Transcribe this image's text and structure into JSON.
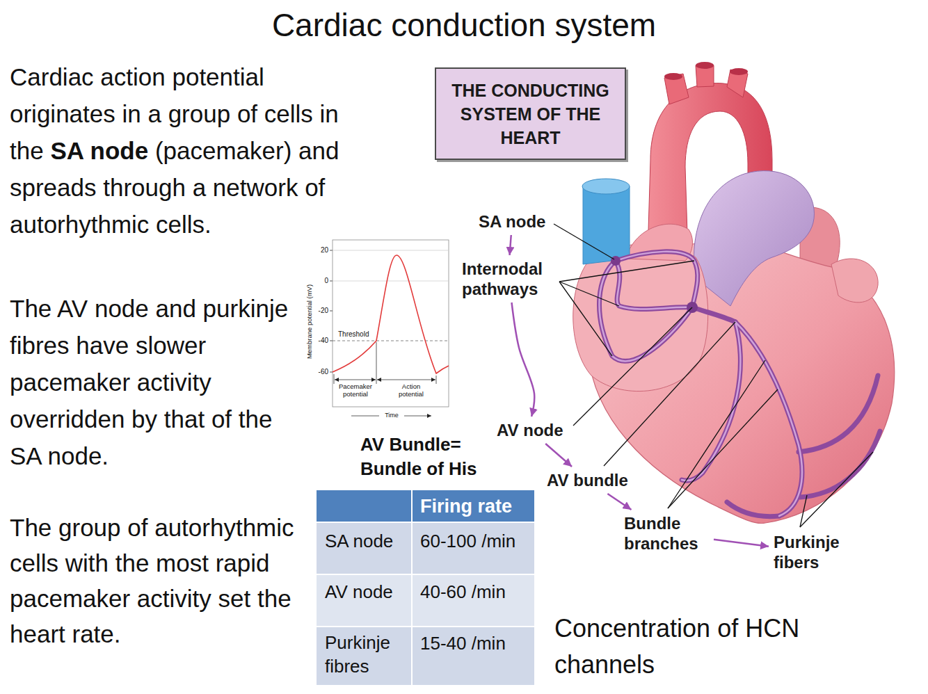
{
  "diagram": {
    "title": "Cardiac conduction system",
    "nodes": [
      {
        "text": [
          "THE CONDUCTING SYSTEM OF THE HEART"
        ]
      },
      {
        "text": [
          "SA node"
        ]
      },
      {
        "text": [
          "Internodal pathways"
        ]
      },
      {
        "text": [
          "AV node"
        ]
      },
      {
        "text": [
          "AV bundle"
        ]
      },
      {
        "text": [
          "Bundle branches"
        ]
      },
      {
        "text": [
          "Purkinje fibers"
        ]
      }
    ],
    "edges": [
      {
        "from": 1,
        "to": 2,
        "arrow": "to"
      },
      {
        "from": 2,
        "to": 3,
        "arrow": "to"
      },
      {
        "from": 3,
        "to": 4,
        "arrow": "to"
      },
      {
        "from": 4,
        "to": 5,
        "arrow": "to"
      },
      {
        "from": 5,
        "to": 6,
        "arrow": "to"
      }
    ],
    "labels": [
      "Cardiac action potential originates in a group of cells in the",
      "SA node",
      "(pacemaker) and spreads through a network of autorhythmic cells.",
      "The AV node and purkinje fibres have slower pacemaker activity overridden by that of the SA node.",
      "The group of autorhythmic cells with the most rapid pacemaker activity set the heart rate.",
      "20",
      "0",
      "-20",
      "-40",
      "-60",
      "Membrane potential (mV)",
      "Threshold",
      "Pacemaker potential",
      "Action potential",
      "Time",
      "AV Bundle= Bundle of His",
      "Firing rate",
      "SA node",
      "60-100 /min",
      "AV node",
      "40-60 /min",
      "Purkinje fibres",
      "15-40 /min",
      "Concentration of HCN channels"
    ]
  }
}
